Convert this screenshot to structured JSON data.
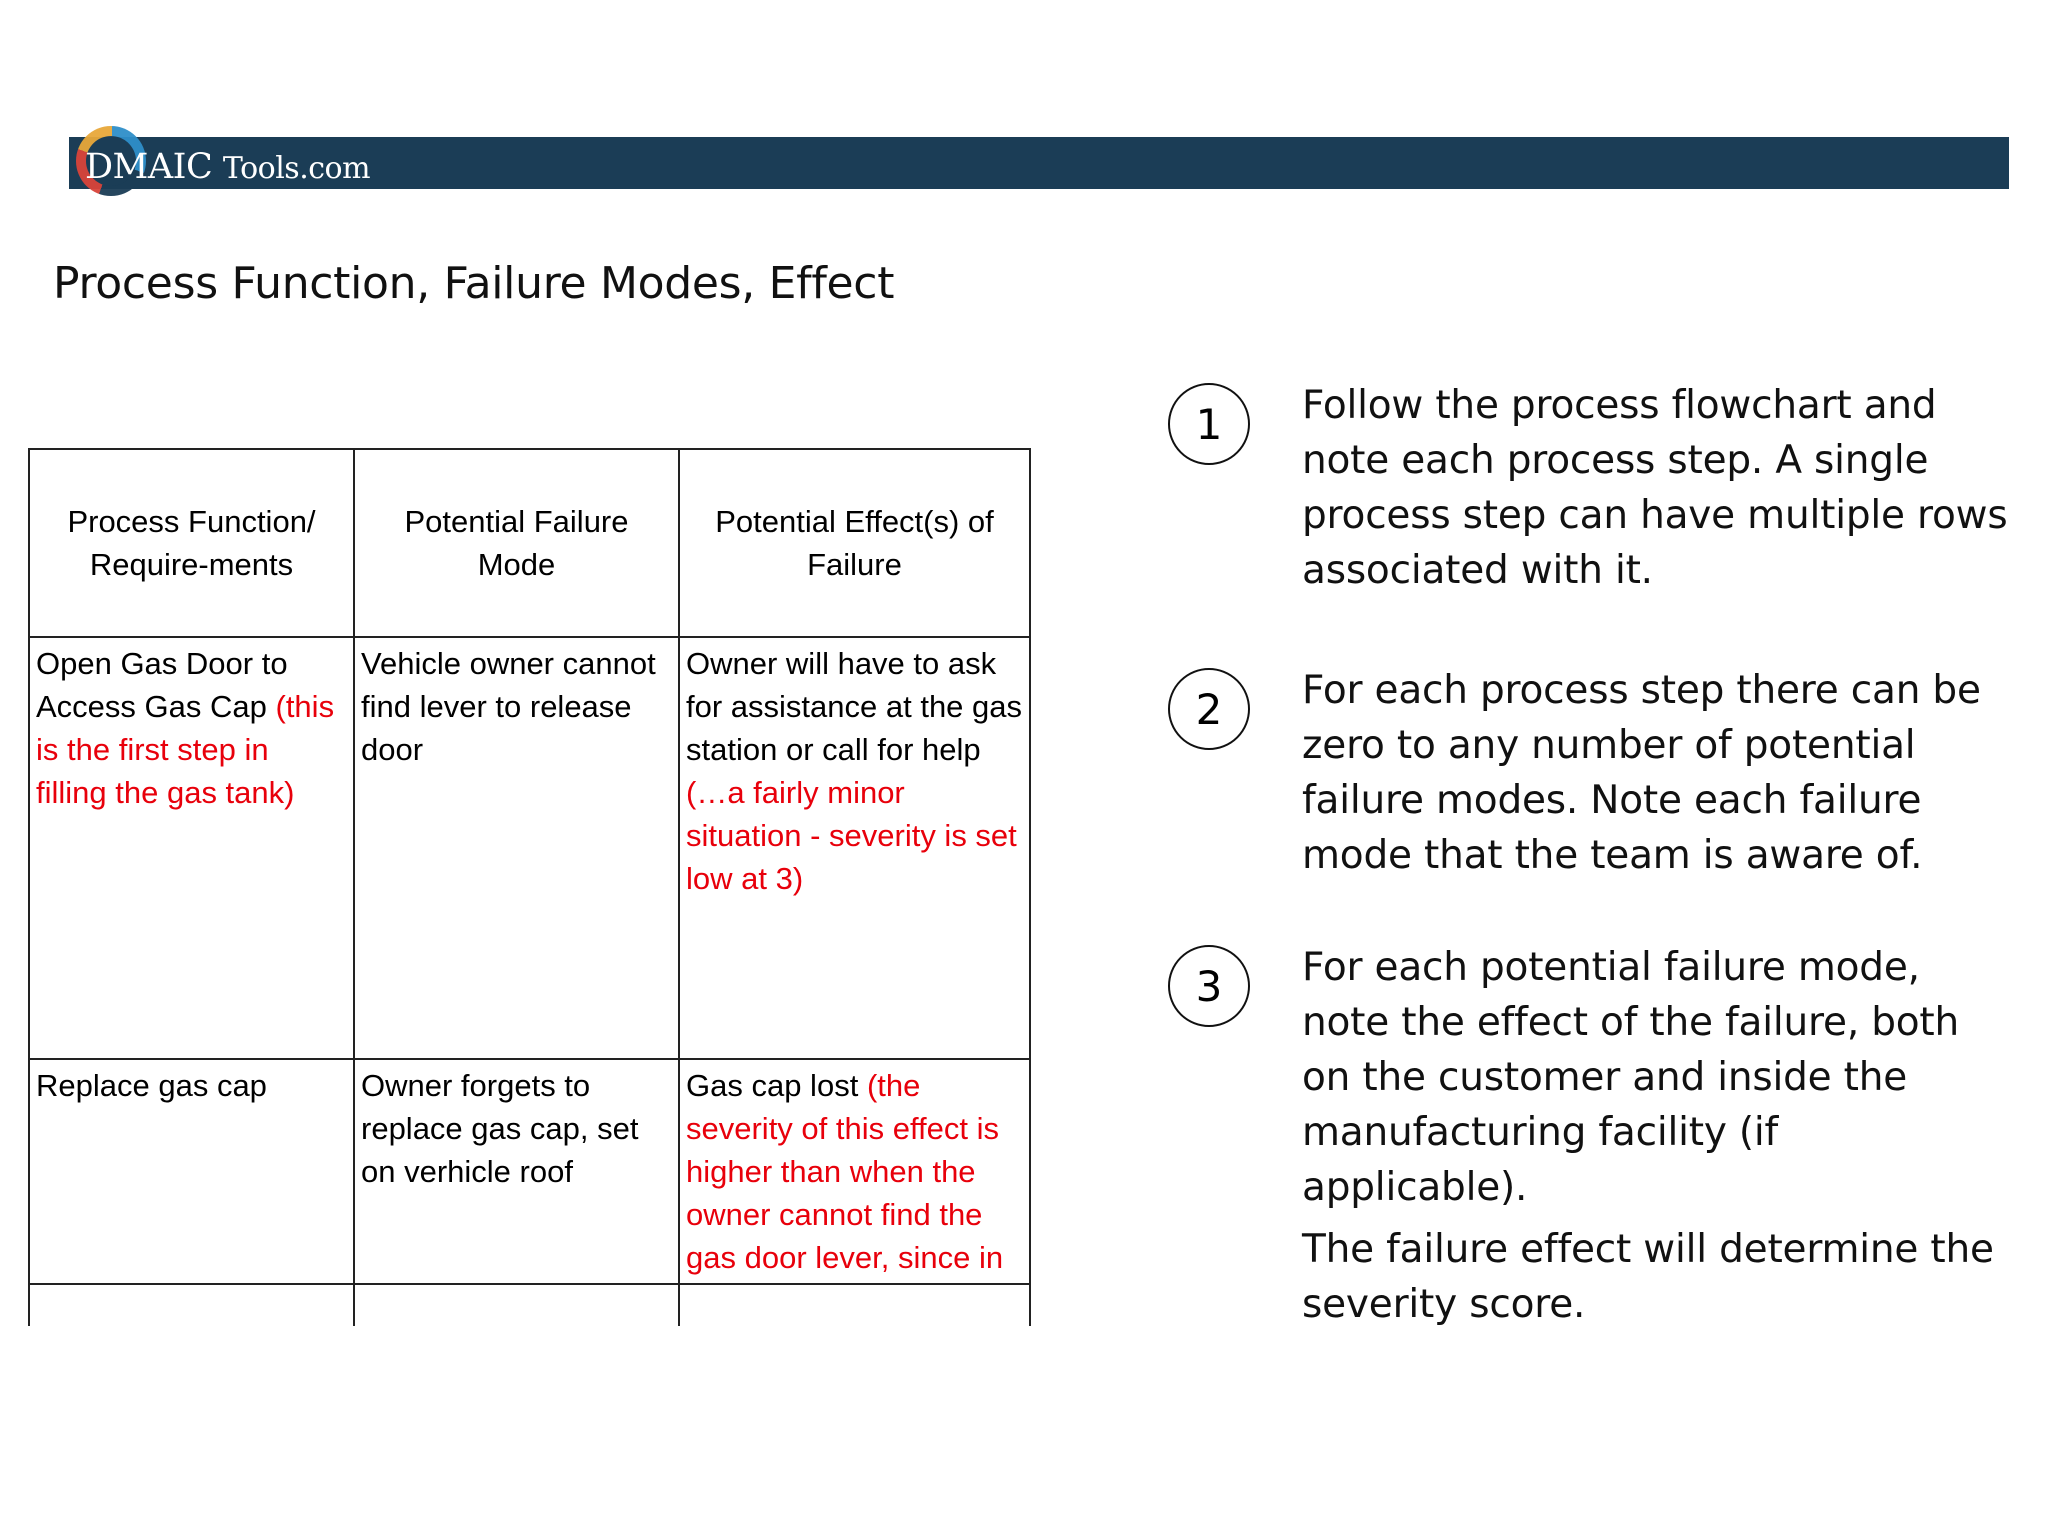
{
  "logo": {
    "main": "DMAIC ",
    "suffix": "Tools.com"
  },
  "title": "Process Function, Failure Modes, Effect",
  "table": {
    "headers": [
      "Process Function/ Require-ments",
      "Potential Failure Mode",
      "Potential Effect(s) of Failure"
    ],
    "rows": [
      {
        "function": "Open Gas Door to Access Gas Cap",
        "function_note": "(this is the first step in filling the gas tank)",
        "failure_mode": "Vehicle owner cannot find lever to release door",
        "effect": "Owner will have to ask for assistance at the gas station or call for help",
        "effect_note": "(…a fairly minor situation - severity is set low at 3)"
      },
      {
        "function": "Replace gas cap",
        "failure_mode": "Owner forgets to replace gas cap, set on verhicle roof",
        "effect": "Gas cap lost",
        "effect_note": "(the severity of this effect is higher than when the owner cannot find the gas door lever, since in"
      }
    ]
  },
  "steps": [
    {
      "number": "1",
      "text": "Follow the process flowchart and note each process step. A single process step can have multiple rows associated with it."
    },
    {
      "number": "2",
      "text": "For each process step there can be zero to any number of potential failure modes. Note each failure mode that the team is aware of."
    },
    {
      "number": "3",
      "text": "For each potential failure mode, note the effect of the failure, both on the customer and inside the manufacturing facility (if applicable)."
    }
  ],
  "note": "The failure effect will determine the severity score."
}
